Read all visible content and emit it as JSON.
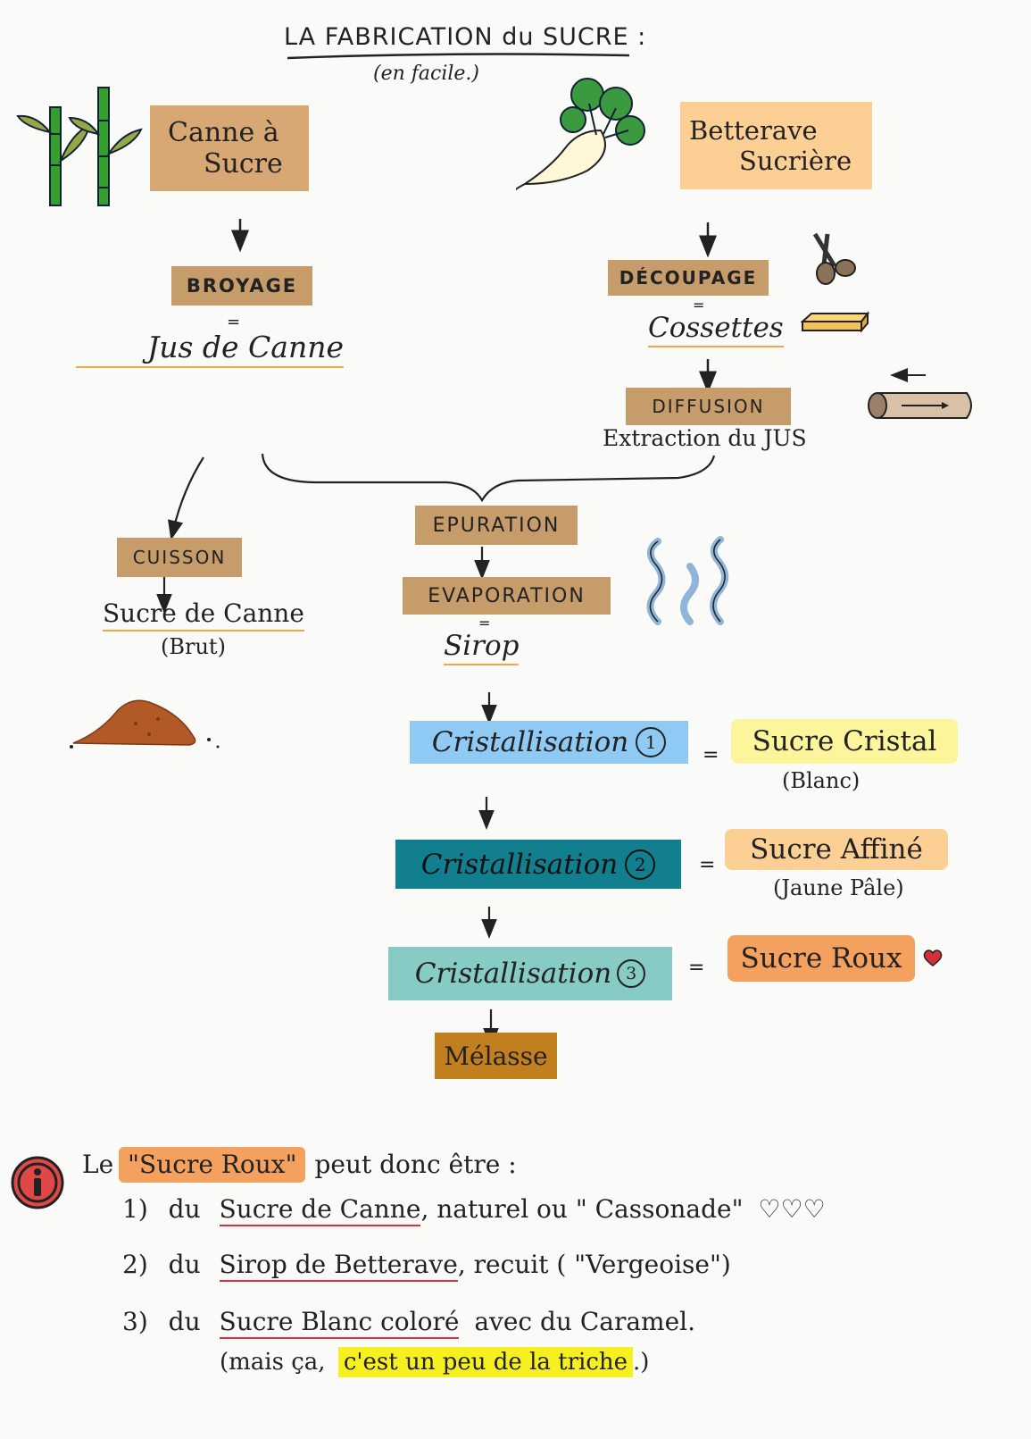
{
  "title": "LA FABRICATION du SUCRE :",
  "subtitle": "(en facile.)",
  "colors": {
    "tan": "#d8a874",
    "peach": "#fccf94",
    "brown_box": "#c79c6b",
    "light_blue": "#8ecaf3",
    "teal": "#117f8e",
    "mint": "#86cbc4",
    "yellow": "#fdf59c",
    "orange": "#f4a05f",
    "molasses": "#c27f1f",
    "underline": "#f4a64a",
    "red_underline": "#d8313d",
    "highlight": "#f6f020"
  },
  "icons": {
    "cane": "sugar-cane-icon",
    "beet": "sugar-beet-icon",
    "scissors": "scissors-icon",
    "cossettes": "cossettes-icon",
    "diffusion": "diffusion-tube-icon",
    "vapor": "steam-icon",
    "brown_sugar_pile": "brown-sugar-pile-icon",
    "info": "info-icon",
    "heart": "heart-icon"
  },
  "cane": {
    "label_line1": "Canne à",
    "label_line2": "Sucre",
    "step": "BROYAGE",
    "equals": "=",
    "result": "Jus de Canne",
    "step2": "CUISSON",
    "result2": "Sucre de Canne",
    "result2_note": "(Brut)"
  },
  "beet": {
    "label_line1": "Betterave",
    "label_line2": "Sucrière",
    "step": "DÉCOUPAGE",
    "equals": "=",
    "result": "Cossettes",
    "step2": "DIFFUSION",
    "result2": "Extraction du JUS"
  },
  "common": {
    "epuration": "EPURATION",
    "evaporation": "EVAPORATION",
    "equals": "=",
    "sirop": "Sirop"
  },
  "crystallisations": [
    {
      "label": "Cristallisation",
      "num": "1",
      "equals": "=",
      "result": "Sucre Cristal",
      "note": "(Blanc)"
    },
    {
      "label": "Cristallisation",
      "num": "2",
      "equals": "=",
      "result": "Sucre Affiné",
      "note": "(Jaune Pâle)"
    },
    {
      "label": "Cristallisation",
      "num": "3",
      "equals": "=",
      "result": "Sucre Roux",
      "note": ""
    }
  ],
  "melasse": "Mélasse",
  "info": {
    "intro_le": "Le",
    "intro_sucre_roux": "\"Sucre Roux\"",
    "intro_rest": "peut donc être :",
    "item1_num": "1)",
    "item1_du": "du",
    "item1_key": "Sucre de Canne",
    "item1_rest": ", naturel ou \" Cassonade\"",
    "item1_hearts": "♡♡♡",
    "item2_num": "2)",
    "item2_du": "du",
    "item2_key": "Sirop de Betterave",
    "item2_rest": ", recuit ( \"Vergeoise\")",
    "item3_num": "3)",
    "item3_du": "du",
    "item3_key": "Sucre Blanc coloré",
    "item3_rest": "avec du Caramel.",
    "item3_line2_start": "(mais ça,",
    "item3_line2_highlight": "c'est un peu de la triche",
    "item3_line2_end": ".)"
  }
}
